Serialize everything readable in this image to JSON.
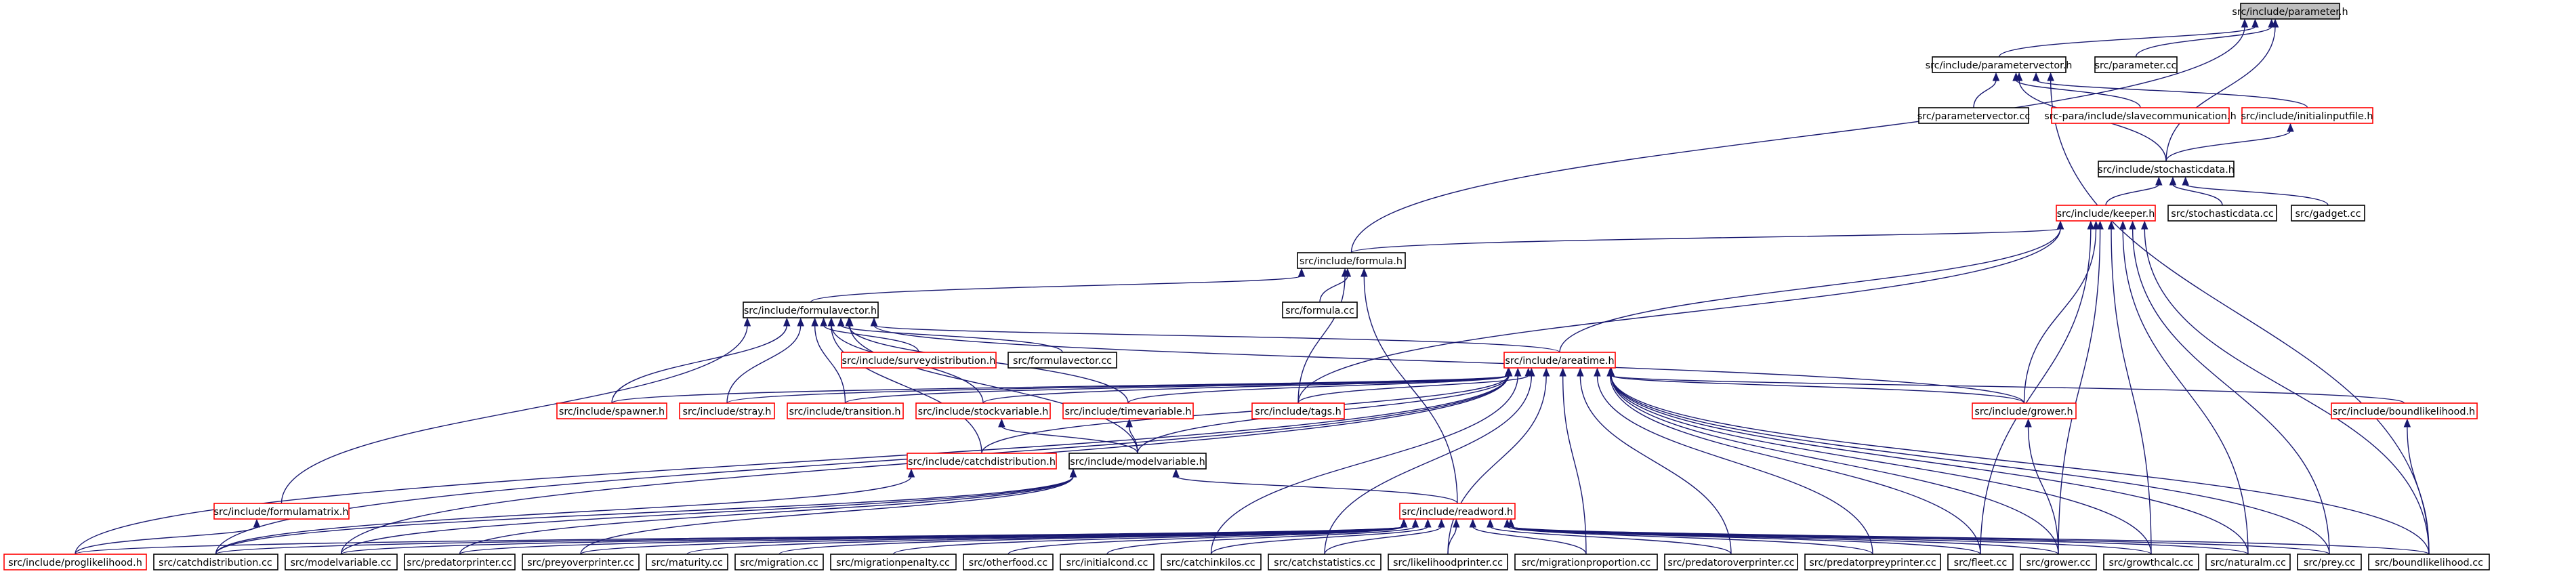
{
  "colors": {
    "edge": "#191970",
    "documented_border": "#000000",
    "undocumented_border": "#ff0000",
    "root_fill": "#bfbfbf",
    "node_fill": "#ffffff",
    "text": "#000000"
  },
  "nodes": {
    "parameter_h": "src/include/parameter.h",
    "parametervector_h": "src/include/parametervector.h",
    "parameter_cc": "src/parameter.cc",
    "parametervector_cc": "src/parametervector.cc",
    "slavecommunication_h": "src-para/include/slavecommunication.h",
    "initialinputfile_h": "src/include/initialinputfile.h",
    "stochasticdata_h": "src/include/stochasticdata.h",
    "keeper_h": "src/include/keeper.h",
    "stochasticdata_cc": "src/stochasticdata.cc",
    "gadget_cc": "src/gadget.cc",
    "formula_h": "src/include/formula.h",
    "formula_cc": "src/formula.cc",
    "formulavector_h": "src/include/formulavector.h",
    "surveydistribution_h": "src/include/surveydistribution.h",
    "formulavector_cc": "src/formulavector.cc",
    "areatime_h": "src/include/areatime.h",
    "spawner_h": "src/include/spawner.h",
    "stray_h": "src/include/stray.h",
    "transition_h": "src/include/transition.h",
    "stockvariable_h": "src/include/stockvariable.h",
    "timevariable_h": "src/include/timevariable.h",
    "tags_h": "src/include/tags.h",
    "grower_h": "src/include/grower.h",
    "boundlikelihood_h": "src/include/boundlikelihood.h",
    "catchdistribution_h": "src/include/catchdistribution.h",
    "modelvariable_h": "src/include/modelvariable.h",
    "formulamatrix_h": "src/include/formulamatrix.h",
    "readword_h": "src/include/readword.h",
    "proglikelihood_h": "src/include/proglikelihood.h",
    "catchdistribution_cc": "src/catchdistribution.cc",
    "modelvariable_cc": "src/modelvariable.cc",
    "predatorprinter_cc": "src/predatorprinter.cc",
    "preyoverprinter_cc": "src/preyoverprinter.cc",
    "maturity_cc": "src/maturity.cc",
    "migration_cc": "src/migration.cc",
    "migrationpenalty_cc": "src/migrationpenalty.cc",
    "otherfood_cc": "src/otherfood.cc",
    "initialcond_cc": "src/initialcond.cc",
    "catchinkilos_cc": "src/catchinkilos.cc",
    "catchstatistics_cc": "src/catchstatistics.cc",
    "likelihoodprinter_cc": "src/likelihoodprinter.cc",
    "migrationproportion_cc": "src/migrationproportion.cc",
    "predatoroverprinter_cc": "src/predatoroverprinter.cc",
    "predatorpreyprinter_cc": "src/predatorpreyprinter.cc",
    "fleet_cc": "src/fleet.cc",
    "grower_cc": "src/grower.cc",
    "growthcalc_cc": "src/growthcalc.cc",
    "naturalm_cc": "src/naturalm.cc",
    "prey_cc": "src/prey.cc",
    "boundlikelihood_cc": "src/boundlikelihood.cc"
  }
}
